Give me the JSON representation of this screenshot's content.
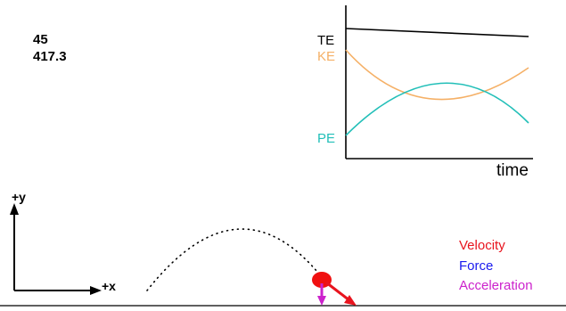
{
  "readouts": {
    "angle": "45",
    "value": "417.3"
  },
  "energy_graph": {
    "labels": {
      "te": "TE",
      "ke": "KE",
      "pe": "PE"
    },
    "x_axis_label": "time",
    "colors": {
      "te": "#000000",
      "ke": "#f5b066",
      "pe": "#22bfb8"
    }
  },
  "axes": {
    "y_label": "+y",
    "x_label": "+x"
  },
  "legend": {
    "velocity": "Velocity",
    "force": "Force",
    "acceleration": "Acceleration",
    "colors": {
      "velocity": "#e8141e",
      "force": "#1a1aee",
      "acceleration": "#cc22cc"
    }
  }
}
